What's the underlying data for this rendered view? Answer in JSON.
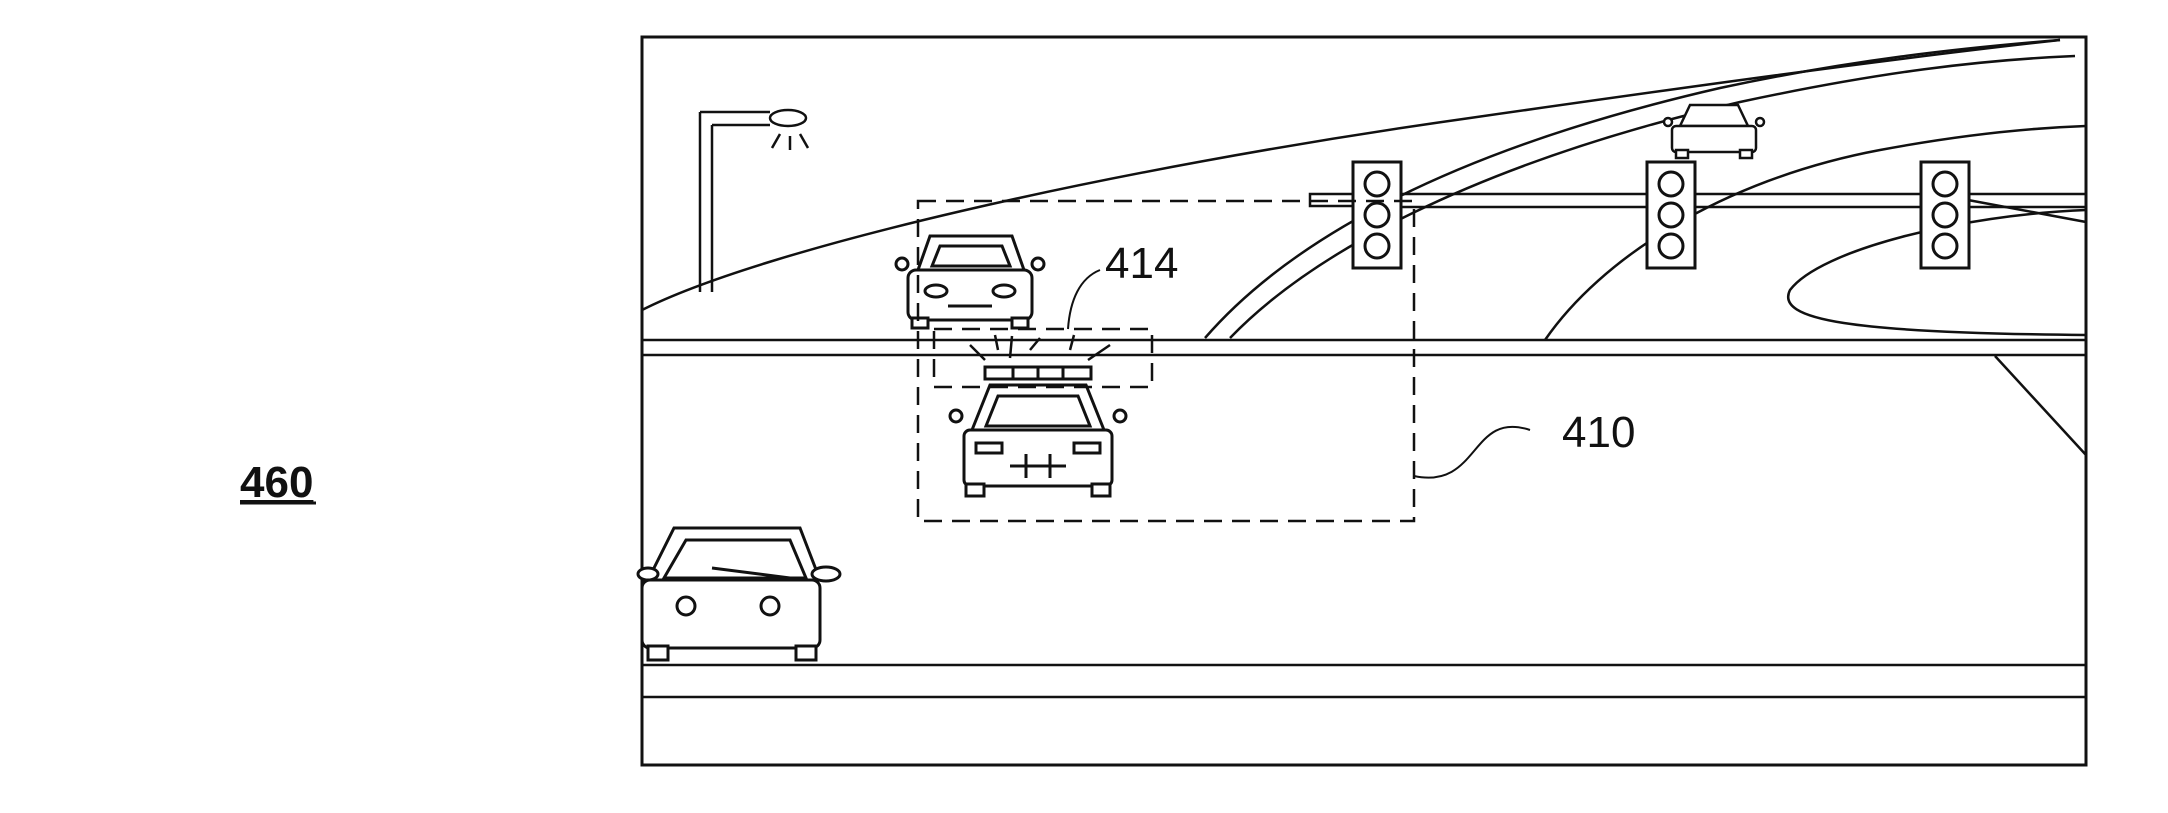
{
  "figure": {
    "figure_label": "460",
    "callouts": [
      {
        "id": "414",
        "text": "414"
      },
      {
        "id": "410",
        "text": "410"
      }
    ]
  },
  "colors": {
    "line": "#111111",
    "background": "#ffffff"
  },
  "icons": [
    "street-lamp-icon",
    "car-icon",
    "police-car-icon",
    "traffic-light-icon"
  ]
}
